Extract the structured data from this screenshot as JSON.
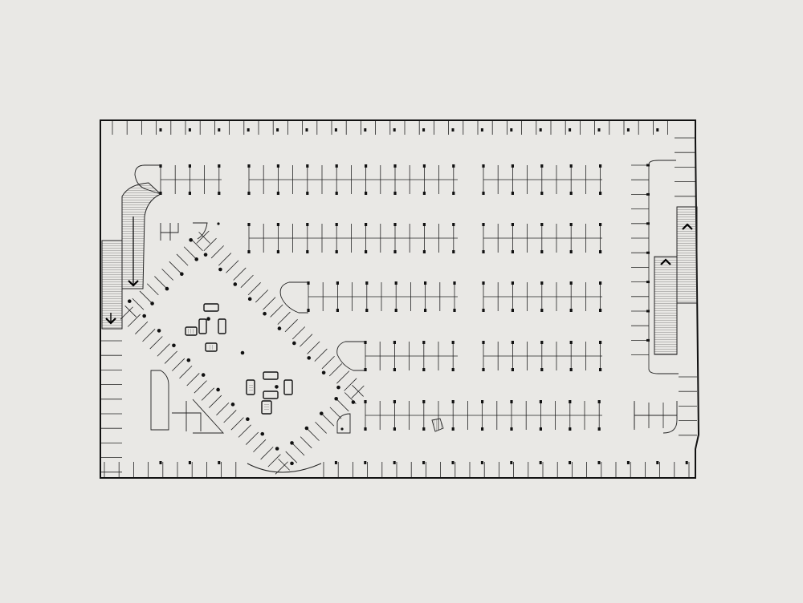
{
  "drawing": {
    "subject": "parking-garage-floor-plan",
    "colors": {
      "paper": "#e9e8e5",
      "ink": "#111111",
      "hatch": "#3a3a3a"
    },
    "arrows": [
      {
        "name": "down-ramp-arrow-left",
        "direction": "down"
      },
      {
        "name": "down-ramp-arrow-upper",
        "direction": "down"
      },
      {
        "name": "up-ramp-arrow-right",
        "direction": "up"
      },
      {
        "name": "up-ramp-arrow-center",
        "direction": "up"
      }
    ]
  }
}
